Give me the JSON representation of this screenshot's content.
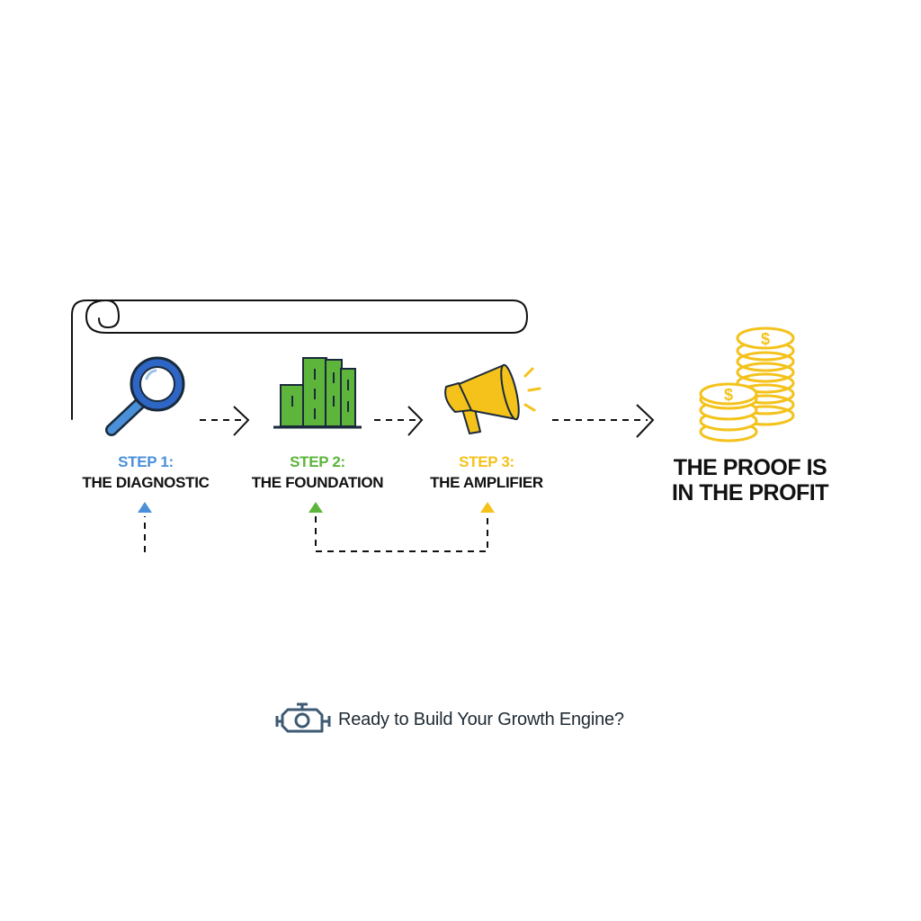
{
  "steps": [
    {
      "number": "STEP 1:",
      "name": "THE DIAGNOSTIC",
      "color": "#4a90d9",
      "icon": "magnifying-glass-icon"
    },
    {
      "number": "STEP 2:",
      "name": "THE FOUNDATION",
      "color": "#5db53c",
      "icon": "buildings-icon"
    },
    {
      "number": "STEP 3:",
      "name": "THE AMPLIFIER",
      "color": "#f4c21b",
      "icon": "megaphone-icon"
    }
  ],
  "outcome": {
    "line1": "THE PROOF IS",
    "line2": "IN THE PROFIT",
    "icon": "coin-stacks-icon",
    "color": "#f4c21b"
  },
  "cta": {
    "text": "Ready to Build Your Growth Engine?",
    "icon": "engine-icon",
    "color": "#3d5a73"
  }
}
